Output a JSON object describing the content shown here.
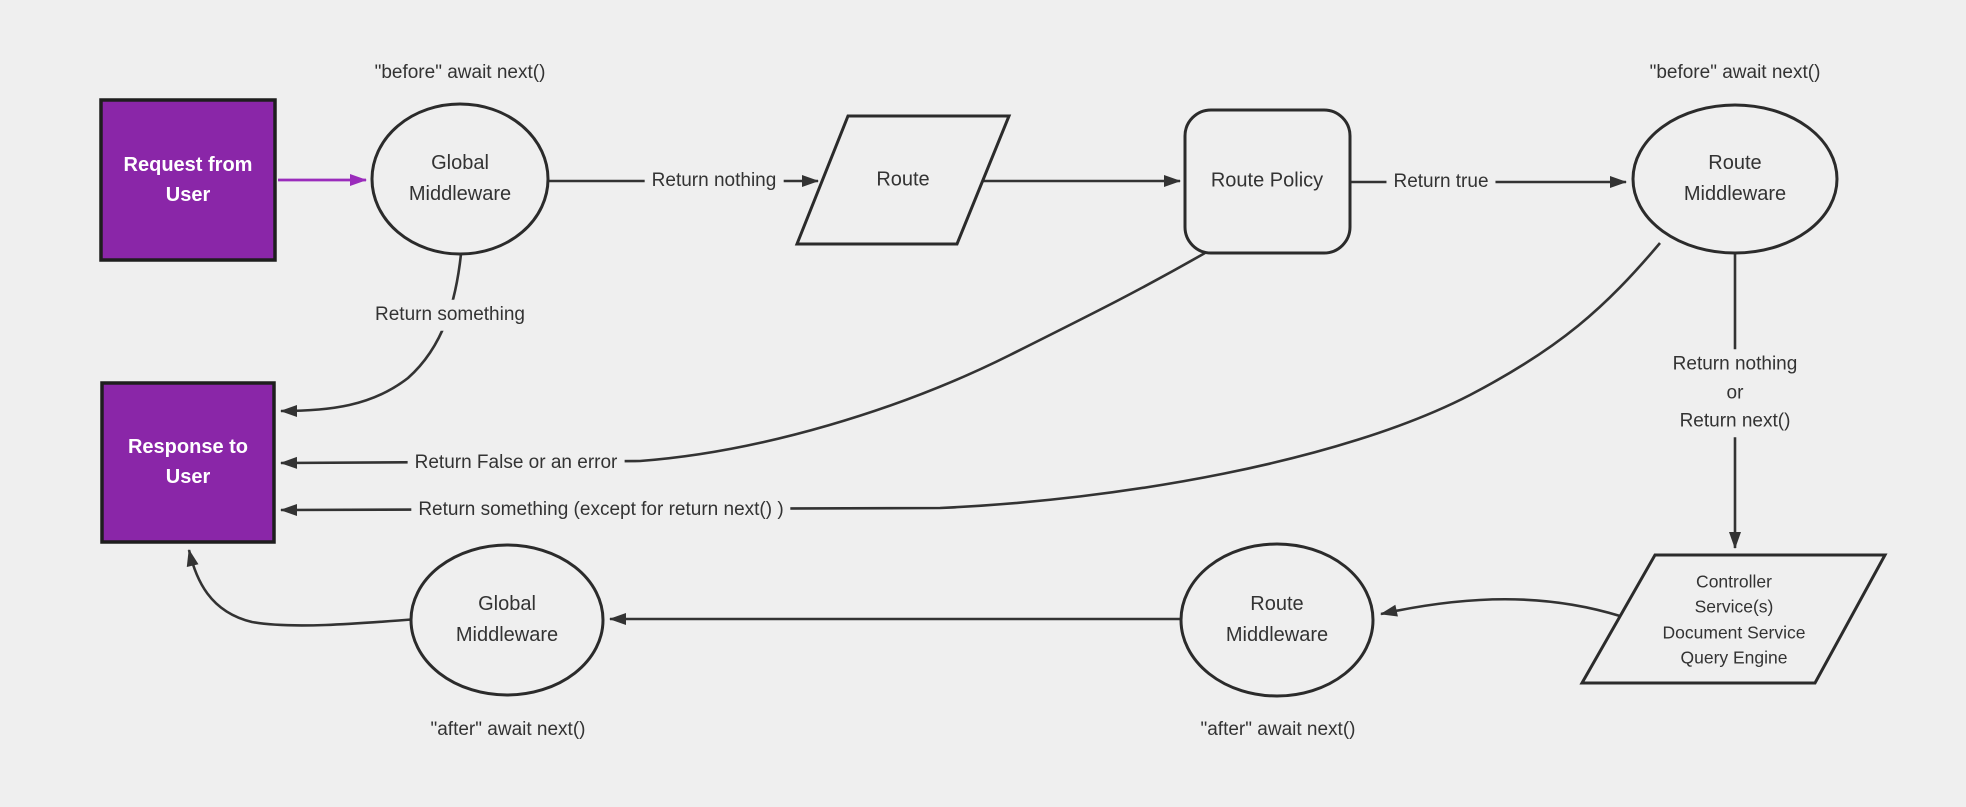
{
  "diagram": {
    "type": "flowchart",
    "description": "Middleware request/response lifecycle flowchart",
    "colors": {
      "background": "#efefef",
      "node_fill": "#efefef",
      "node_stroke": "#2b2b2b",
      "edge_stroke": "#333333",
      "purple_fill": "#8a26a8",
      "purple_border": "#1e1e1e",
      "purple_arrow": "#9a2cbb",
      "label_text": "#333333",
      "box_text": "#ffffff"
    },
    "nodes": {
      "request": "Request from\nUser",
      "global_middleware_top": "Global\nMiddleware",
      "route": "Route",
      "route_policy": "Route Policy",
      "route_middleware_top": "Route\nMiddleware",
      "controller": "Controller\nService(s)\nDocument Service\nQuery Engine",
      "route_middleware_bottom": "Route\nMiddleware",
      "global_middleware_bottom": "Global\nMiddleware",
      "response": "Response to\nUser"
    },
    "edge_labels": {
      "before_await_next_global": "\"before\" await next()",
      "return_nothing": "Return nothing",
      "return_true": "Return true",
      "before_await_next_route": "\"before\" await next()",
      "return_something": "Return something",
      "return_false_or_error": "Return False or an error",
      "return_something_except": "Return something (except for return next() )",
      "return_nothing_or_next": "Return nothing\nor\nReturn next()",
      "after_await_next_route": "\"after\" await next()",
      "after_await_next_global": "\"after\" await next()"
    }
  }
}
